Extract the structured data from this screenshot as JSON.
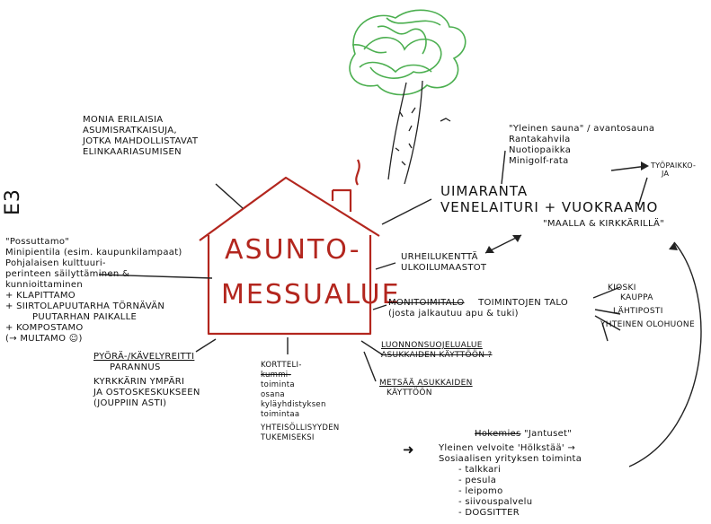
{
  "center": {
    "line1": "ASUNTO-",
    "line2": "MESSUALUE"
  },
  "side_mark": "E3",
  "arrow_glyph": "➜",
  "nodes": {
    "asumismuodot": [
      "MONIA ERILAISIA",
      "ASUMISRATKAISUJA,",
      "JOTKA MAHDOLLISTAVAT",
      "ELINKAARIASUMISEN"
    ],
    "uimaranta_sub": [
      "\"Yleinen sauna\" / avantosauna",
      "Rantakahvila",
      "Nuotiopaikka",
      "Minigolf-rata"
    ],
    "tyopaikkoja": [
      "TYÖPAIKKO-",
      "JA"
    ],
    "uimaranta": [
      "UIMARANTA",
      "VENELAITURI + VUOKRAAMO"
    ],
    "maalla": "\"MAALLA & KIRKKÄRILLÄ\"",
    "urheilukentta": [
      "URHEILUKENTTÄ",
      "ULKOILUMAASTOT"
    ],
    "vasen": [
      "\"Possuttamo\"",
      "Minipientila (esim. kaupunkilampaat)",
      "Pohjalaisen kulttuuri-",
      "perinteen säilyttäminen &",
      "kunnioittaminen",
      "+ KLAPITTAMO",
      "+ SIIRTOLAPUUTARHA TÖRNÄVÄN",
      "PUUTARHAN PAIKALLE",
      "+ KOMPOSTAMO",
      "(→ MULTAMO ☺)"
    ],
    "toimintojen_talo": {
      "struck": "MONITOIMITALO",
      "title": "TOIMINTOJEN TALO",
      "sub": "(josta jalkautuu apu & tuki)"
    },
    "toimintojen_talo_sub": [
      "KIOSKI",
      "KAUPPA",
      "LÄHTIPOSTI",
      "YHTEINEN OLOHUONE"
    ],
    "pyoratie": [
      "PYÖRÄ-/KÄVELYREITTI",
      "PARANNUS",
      "KYRKKÄRIN YMPÄRI",
      "JA OSTOSKESKUKSEEN",
      "(JOUPPIIN ASTI)"
    ],
    "kortteli": [
      "KORTTELI-",
      "kummi-",
      "toiminta",
      "osana",
      "kyläyhdistyksen",
      "toimintaa",
      "YHTEISÖLLISYYDEN",
      "TUKEMISEKSI"
    ],
    "luonnonsuojelu": [
      "LUONNONSUOJELUALUE",
      "ASUKKAIDEN KÄYTTÖÖN ?"
    ],
    "metsa": [
      "METSÄÄ ASUKKAIDEN",
      "KÄYTTÖÖN"
    ],
    "jantuset": {
      "struck": "Hokemies",
      "title": "\"Jantuset\"",
      "lines": [
        "Yleinen velvoite 'Hölkstää' →",
        "Sosiaalisen yrityksen toiminta",
        "- talkkari",
        "- pesula",
        "- leipomo",
        "- siivouspalvelu",
        "- DOGSITTER"
      ]
    }
  }
}
